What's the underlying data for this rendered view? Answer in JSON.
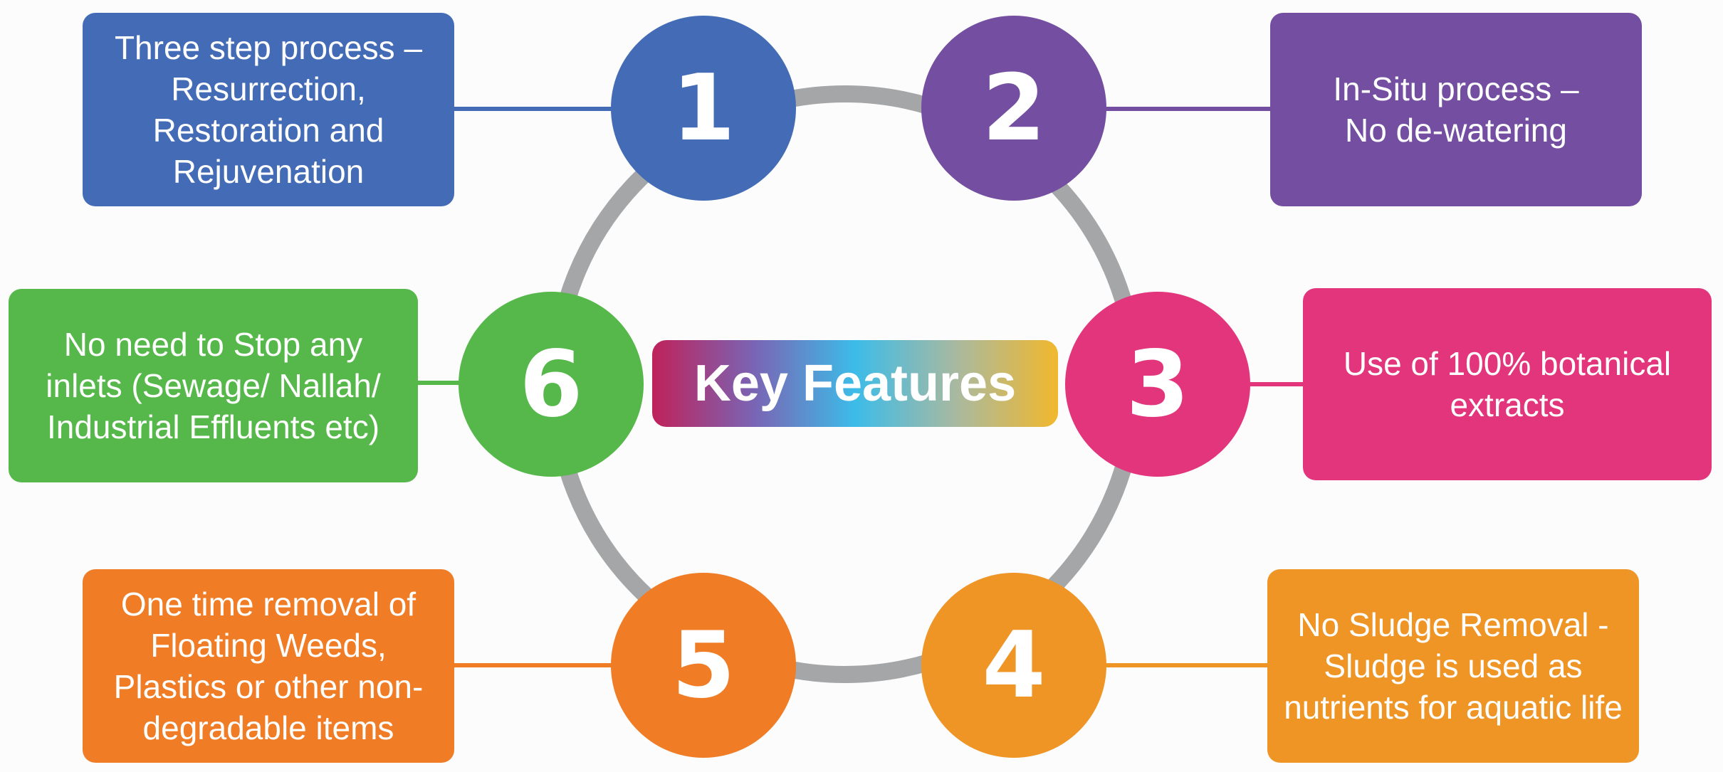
{
  "diagram": {
    "title": "Key Features",
    "title_gradient": [
      "#c0225a",
      "#7a64b4",
      "#3cbce8",
      "#a9b9a0",
      "#f1b82d"
    ],
    "ring_color": "#a5a6a8",
    "features": [
      {
        "number": "1",
        "text": "Three step process –\nResurrection,\nRestoration and\nRejuvenation",
        "color": "#446cb6"
      },
      {
        "number": "2",
        "text": "In-Situ process –\nNo de-watering",
        "color": "#734ea1"
      },
      {
        "number": "3",
        "text": "Use of 100% botanical\nextracts",
        "color": "#e3357b"
      },
      {
        "number": "4",
        "text": "No Sludge Removal -\nSludge is used as\nnutrients for aquatic life",
        "color": "#ee9526"
      },
      {
        "number": "5",
        "text": "One time removal of\nFloating Weeds,\nPlastics or other non-\ndegradable items",
        "color": "#f07c26"
      },
      {
        "number": "6",
        "text": "No need to Stop any\ninlets (Sewage/ Nallah/\nIndustrial Effluents etc)",
        "color": "#56b84a"
      }
    ]
  }
}
